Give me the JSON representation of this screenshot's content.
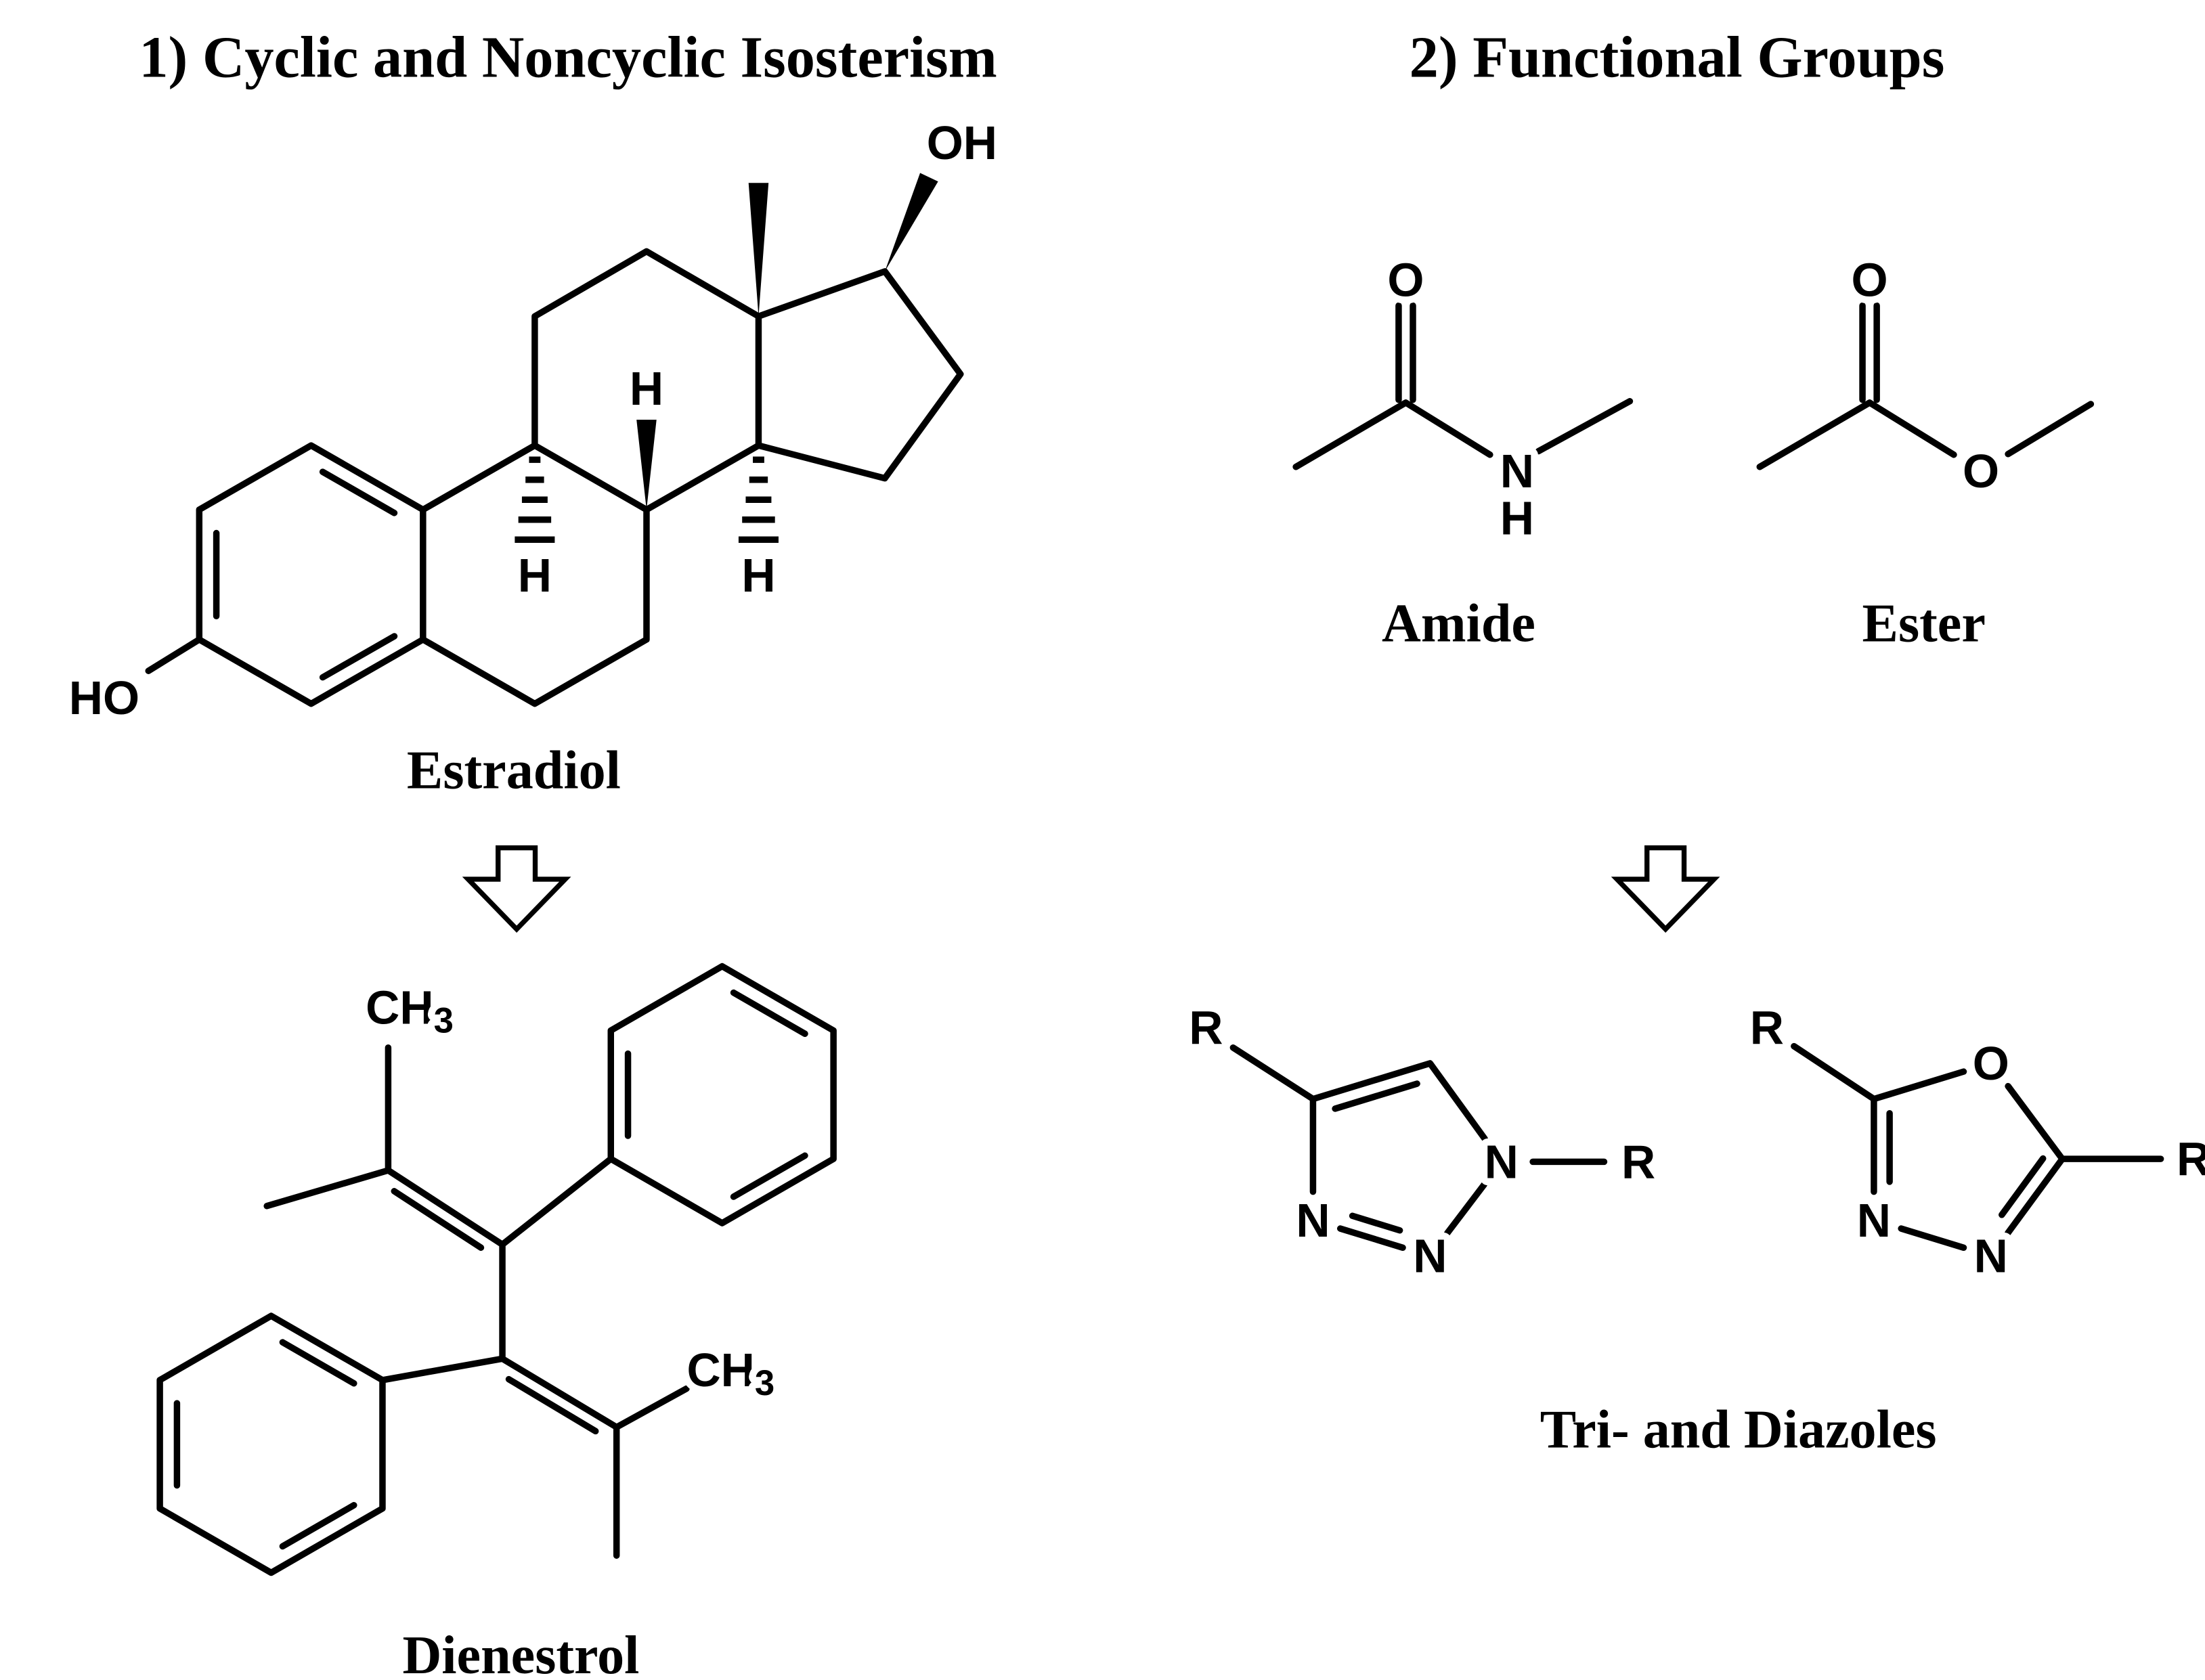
{
  "page": {
    "background": "#ffffff",
    "ink": "#000000"
  },
  "sections": {
    "left": {
      "title": "1) Cyclic and Noncyclic Isosterism",
      "top_molecule": {
        "caption": "Estradiol",
        "labels": {
          "oh": "OH",
          "ho": "HO",
          "h_c8": "H",
          "h_c9": "H",
          "h_c14": "H"
        }
      },
      "bottom_molecule": {
        "caption": "Dienestrol",
        "labels": {
          "ch3_top_base": "CH",
          "ch3_top_sub": "3",
          "ch3_bottom_base": "CH",
          "ch3_bottom_sub": "3"
        }
      }
    },
    "right": {
      "title": "2) Functional Groups",
      "amide": {
        "caption": "Amide",
        "labels": {
          "o": "O",
          "n": "N",
          "h": "H"
        }
      },
      "ester": {
        "caption": "Ester",
        "labels": {
          "o_carbonyl": "O",
          "o_ester": "O"
        }
      },
      "azoles": {
        "caption": "Tri- and Diazoles",
        "triazole": {
          "labels": {
            "r_c4": "R",
            "r_n1": "R",
            "n1": "N",
            "n2": "N",
            "n3": "N"
          }
        },
        "oxadiazole": {
          "labels": {
            "r_c2": "R",
            "r_c5": "R",
            "o": "O",
            "n3": "N",
            "n4": "N"
          }
        }
      }
    }
  }
}
